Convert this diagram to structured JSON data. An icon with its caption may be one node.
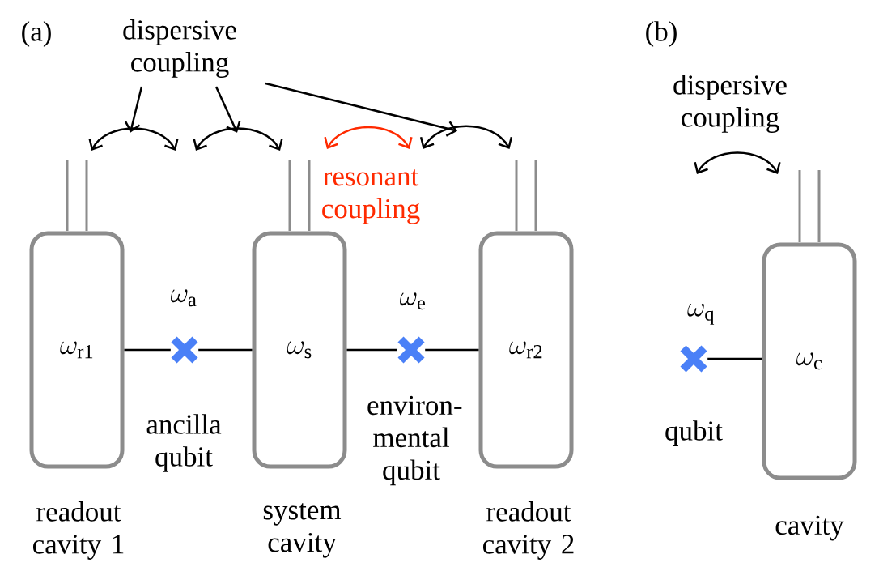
{
  "diagram": {
    "nodes": [
      {
        "text": [
          "dispersive coupling"
        ]
      },
      {
        "text": [],
        "shape": "arc"
      },
      {
        "text": [],
        "shape": "arc"
      },
      {
        "text": [],
        "shape": "arc",
        "beside": [
          "resonant coupling"
        ]
      },
      {
        "text": [],
        "shape": "arc"
      },
      {
        "text": [
          "\\omega_{\\mathrm{r1}}"
        ],
        "beside": [
          "readout cavity 1"
        ]
      },
      {
        "text": [],
        "shape": "cross",
        "beside": [
          "\\omega_{\\mathrm{a}}"
        ]
      },
      {
        "text": [
          "\\omega_{\\mathrm{s}}"
        ],
        "beside": [
          "system cavity"
        ]
      },
      {
        "text": [],
        "shape": "cross",
        "beside": [
          "\\omega_{\\mathrm{e}}",
          "environ- mental qubit"
        ]
      },
      {
        "text": [
          "\\omega_{\\mathrm{r2}}"
        ],
        "beside": [
          "readout cavity 2"
        ]
      },
      {
        "text": [],
        "shape": "arc",
        "beside": [
          "dispersive coupling"
        ]
      },
      {
        "text": [],
        "shape": "cross",
        "beside": [
          "\\omega_{\\mathrm{q}}",
          "qubit"
        ]
      },
      {
        "text": [
          "\\omega_{\\mathrm{c}}"
        ],
        "beside": [
          "cavity"
        ]
      }
    ],
    "edges": [
      {
        "from": 0,
        "to": 1,
        "arrow": "to"
      },
      {
        "from": 0,
        "to": 2,
        "arrow": "to"
      },
      {
        "from": 0,
        "to": 4,
        "arrow": "to"
      },
      {
        "from": 5,
        "to": 6,
        "arrow": "none"
      },
      {
        "from": 6,
        "to": 7,
        "arrow": "none"
      },
      {
        "from": 7,
        "to": 8,
        "arrow": "none"
      },
      {
        "from": 8,
        "to": 9,
        "arrow": "none"
      },
      {
        "from": 11,
        "to": 12,
        "arrow": "none"
      }
    ],
    "labels": [
      "(a)",
      "(b)",
      "ancilla qubit"
    ]
  }
}
